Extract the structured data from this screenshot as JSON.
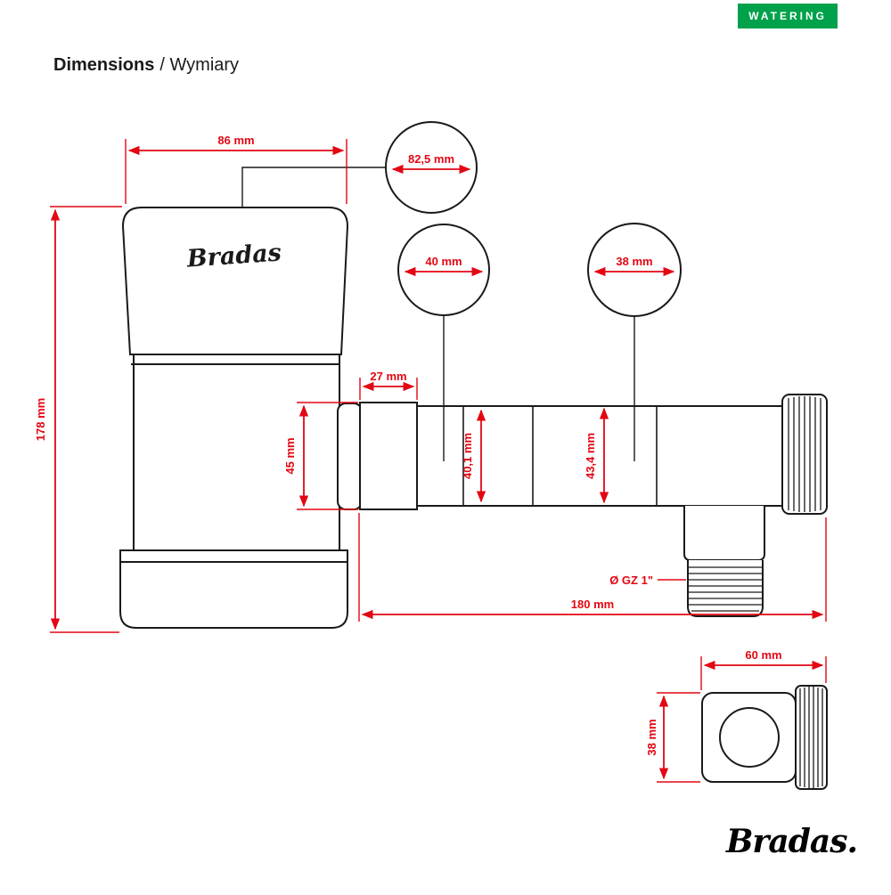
{
  "badge": {
    "label": "WATERING"
  },
  "header": {
    "title": "Dimensions",
    "subtitle": "/ Wymiary"
  },
  "colors": {
    "accent_red": "#e30613",
    "brand_green": "#00a14b",
    "outline_black": "#1a1a1a"
  },
  "drawing": {
    "brand_script": "Bradas",
    "dims": {
      "top_width": "86 mm",
      "top_diameter": "82,5 mm",
      "pipe_diameter_left": "40 mm",
      "pipe_diameter_right": "38 mm",
      "total_height": "178 mm",
      "inlet_length": "27 mm",
      "inlet_height": "45 mm",
      "bore_left": "40,1 mm",
      "bore_right": "43,4 mm",
      "total_length": "180 mm",
      "thread": "Ø GZ 1\"",
      "side_length": "60 mm",
      "side_height": "38 mm"
    }
  },
  "footer": {
    "logo": "Bradas."
  }
}
